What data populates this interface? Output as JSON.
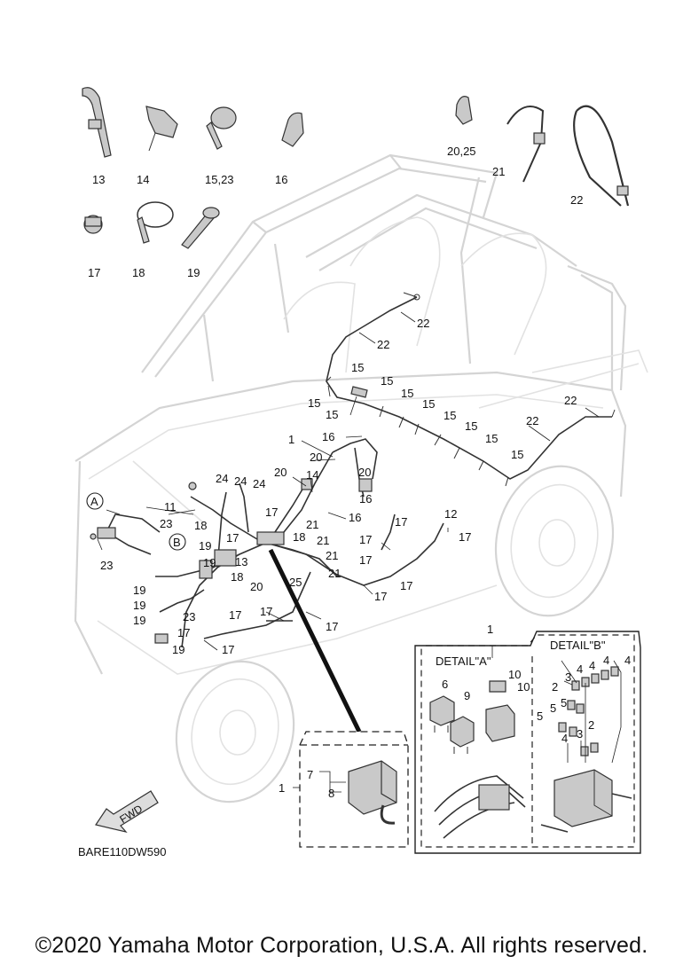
{
  "diagram": {
    "code": "BARE110DW590",
    "fwd_label": "FWD",
    "detail_a_title": "DETAIL\"A\"",
    "detail_b_title": "DETAIL\"B\"",
    "detail_marker_a": "A",
    "detail_marker_b": "B",
    "callouts": {
      "c13": "13",
      "c14": "14",
      "c15_23": "15,23",
      "c16": "16",
      "c17": "17",
      "c18": "18",
      "c19": "19",
      "c20_25": "20,25",
      "c21": "21",
      "c22": "22",
      "c11": "11",
      "c12": "12",
      "c1": "1",
      "c24": "24",
      "c20": "20",
      "c25": "25",
      "c23": "23",
      "c15": "15",
      "c2": "2",
      "c3": "3",
      "c4": "4",
      "c5": "5",
      "c6": "6",
      "c7": "7",
      "c8": "8",
      "c9": "9",
      "c10": "10"
    }
  },
  "footer": {
    "copyright": "©2020 Yamaha Motor Corporation, U.S.A. All rights reserved."
  }
}
